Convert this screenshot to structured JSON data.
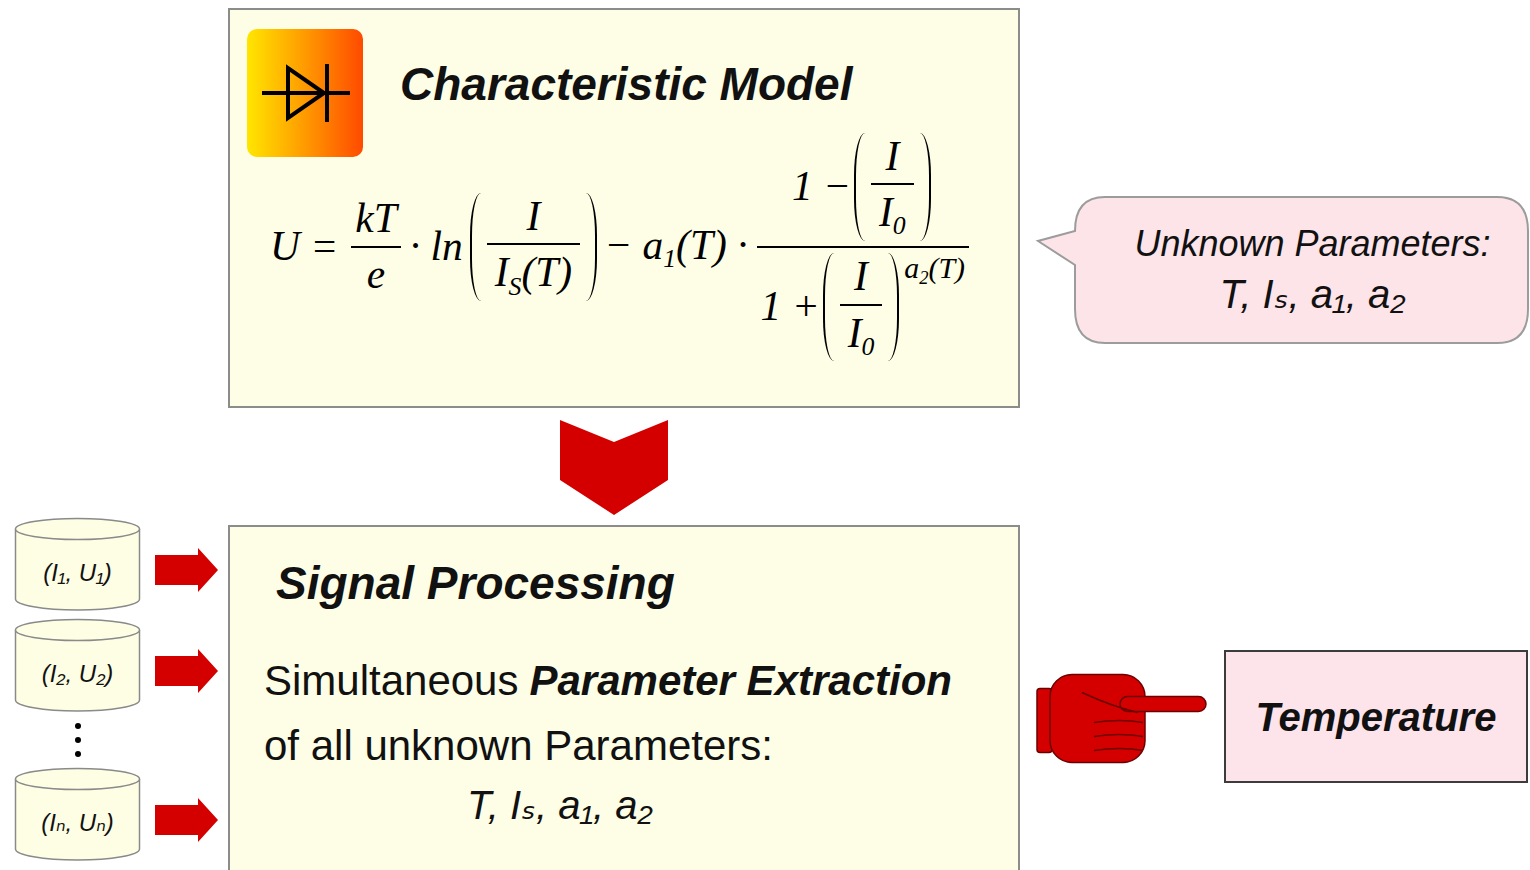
{
  "diagram": {
    "nodes": [
      {
        "text": [
          "Characteristic Model"
        ]
      },
      {
        "text": [
          "Unknown Parameters:",
          "T, Iₛ, a₁, a₂"
        ]
      },
      {
        "text": [
          "Signal Processing",
          "Simultaneous",
          "Parameter Extraction",
          "of all unknown Parameters:",
          "T, Iₛ, a₁, a₂"
        ]
      },
      {
        "text": [
          "(I₁, U₁)"
        ]
      },
      {
        "text": [
          "(I₂, U₂)"
        ]
      },
      {
        "text": [
          "(Iₙ, Uₙ)"
        ]
      },
      {
        "text": [
          "Temperature"
        ]
      }
    ],
    "edges": [
      {
        "from": 0,
        "to": 2,
        "arrow": "to"
      },
      {
        "from": 3,
        "to": 2,
        "arrow": "to"
      },
      {
        "from": 4,
        "to": 2,
        "arrow": "to"
      },
      {
        "from": 5,
        "to": 2,
        "arrow": "to"
      },
      {
        "from": 2,
        "to": 6,
        "arrow": "to"
      }
    ],
    "labels": [
      "U =",
      "kT",
      "e",
      "· ln",
      "I",
      "I",
      "S",
      "(T)",
      "− a",
      "1",
      "(T) ·",
      "1 −",
      "I",
      "I",
      "0",
      "1 +",
      "I",
      "I",
      "0",
      "a",
      "2",
      "(T)"
    ]
  }
}
